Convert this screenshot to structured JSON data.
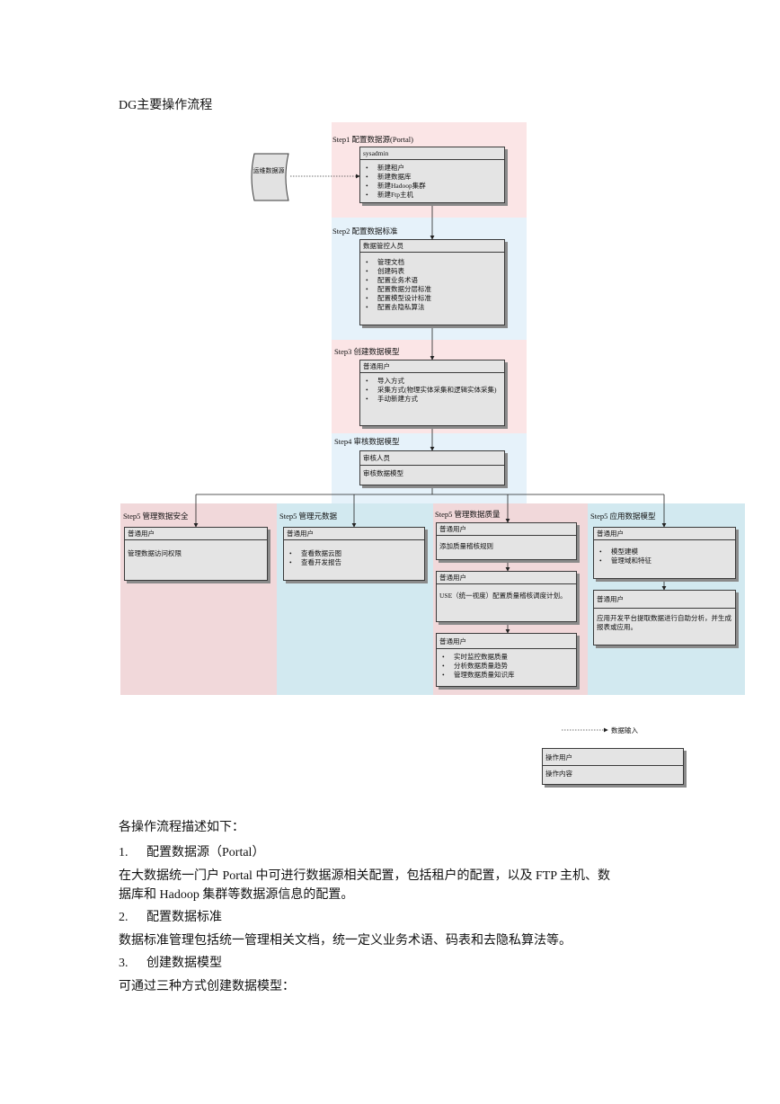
{
  "heading": "DG主要操作流程",
  "diagram": {
    "source_label": "运维数据源",
    "steps": [
      {
        "label": "Step1 配置数据源(Portal)",
        "box": {
          "title": "sysadmin",
          "items": [
            "新建租户",
            "新建数据库",
            "新建Hadoop集群",
            "新建Ftp主机"
          ]
        }
      },
      {
        "label": "Step2 配置数据标准",
        "box": {
          "title": "数据管控人员",
          "items": [
            "管理文档",
            "创建码表",
            "配置业务术语",
            "配置数据分层标准",
            "配置模型设计标准",
            "配置去隐私算法"
          ]
        }
      },
      {
        "label": "Step3 创建数据模型",
        "box": {
          "title": "普通用户",
          "items": [
            "导入方式",
            "采集方式(物理实体采集和逻辑实体采集)",
            "手动新建方式"
          ]
        }
      },
      {
        "label": "Step4 审核数据模型",
        "box": {
          "title": "审核人员",
          "text": "审核数据模型"
        }
      }
    ],
    "step5": [
      {
        "label": "Step5 管理数据安全",
        "boxes": [
          {
            "title": "普通用户",
            "text": "管理数据访问权限"
          }
        ]
      },
      {
        "label": "Step5 管理元数据",
        "boxes": [
          {
            "title": "普通用户",
            "items": [
              "查看数据云图",
              "查看开发报告"
            ]
          }
        ]
      },
      {
        "label": "Step5 管理数据质量",
        "boxes": [
          {
            "title": "普通用户",
            "text": "添加质量稽核规则"
          },
          {
            "title": "普通用户",
            "text": "USE（统一视度）配置质量稽核调度计划。"
          },
          {
            "title": "普通用户",
            "items": [
              "实时监控数据质量",
              "分析数据质量趋势",
              "管理数据质量知识库"
            ]
          }
        ]
      },
      {
        "label": "Step5 应用数据模型",
        "boxes": [
          {
            "title": "普通用户",
            "items": [
              "模型建模",
              "管理域和特征"
            ]
          },
          {
            "title": "普通用户",
            "text": "应用开发平台提取数据进行自助分析，并生成报表或应用。"
          }
        ]
      }
    ],
    "legend": {
      "arrow_label": "数据输入",
      "box_title": "操作用户",
      "box_text": "操作内容"
    }
  },
  "body": {
    "intro": "各操作流程描述如下：",
    "s1_num": "1.",
    "s1_title": "配置数据源（Portal）",
    "s1_text_a": "在大数据统一门户 Portal 中可进行数据源相关配置，包括租户的配置，以及 FTP 主机、数",
    "s1_text_b": "据库和 Hadoop 集群等数据源信息的配置。",
    "s2_num": "2.",
    "s2_title": "配置数据标准",
    "s2_text": "数据标准管理包括统一管理相关文档，统一定义业务术语、码表和去隐私算法等。",
    "s3_num": "3.",
    "s3_title": "创建数据模型",
    "s3_text": "可通过三种方式创建数据模型："
  }
}
